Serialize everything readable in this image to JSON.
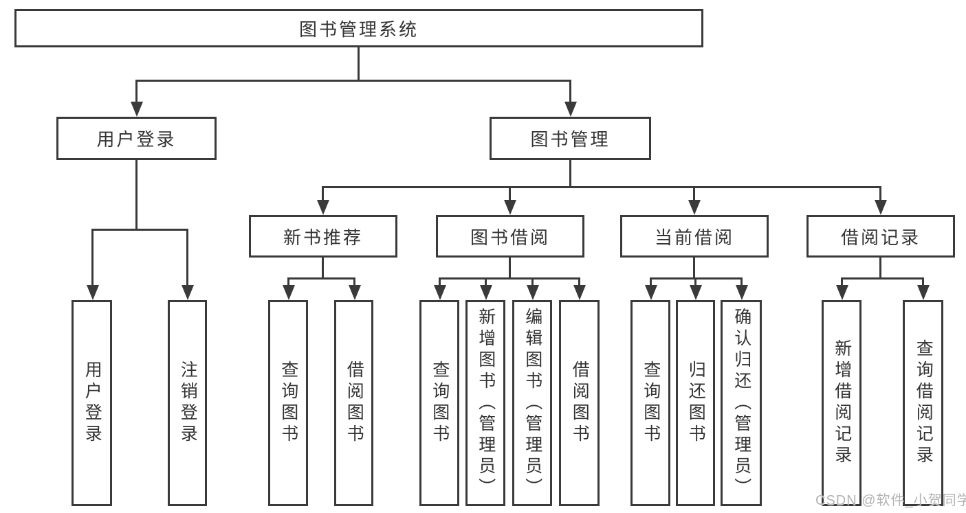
{
  "nodes": {
    "root": "图书管理系统",
    "level1": [
      {
        "label": "用户登录"
      },
      {
        "label": "图书管理"
      }
    ],
    "level2": [
      {
        "label": "新书推荐"
      },
      {
        "label": "图书借阅"
      },
      {
        "label": "当前借阅"
      },
      {
        "label": "借阅记录"
      }
    ],
    "leaves": [
      {
        "label": "用户登录"
      },
      {
        "label": "注销登录"
      },
      {
        "label": "查询图书"
      },
      {
        "label": "借阅图书"
      },
      {
        "label": "查询图书"
      },
      {
        "label": "新增图书（管理员）"
      },
      {
        "label": "编辑图书（管理员）"
      },
      {
        "label": "借阅图书"
      },
      {
        "label": "查询图书"
      },
      {
        "label": "归还图书"
      },
      {
        "label": "确认归还（管理员）"
      },
      {
        "label": "新增借阅记录"
      },
      {
        "label": "查询借阅记录"
      }
    ]
  },
  "watermark": "CSDN @软件_小贺同学",
  "colors": {
    "line": "#3a3a3a",
    "text": "#333333",
    "background": "#ffffff",
    "watermark": "#b3b3b3"
  }
}
